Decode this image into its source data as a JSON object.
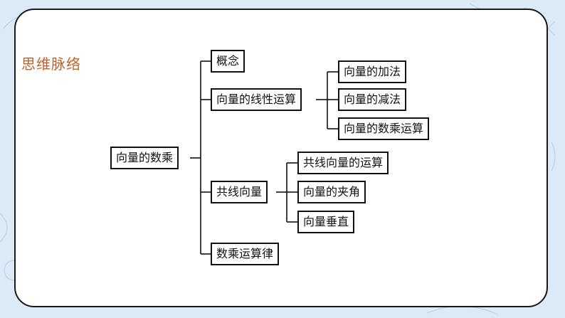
{
  "title": "思维脉络",
  "mindmap": {
    "root": "向量的数乘",
    "branches": [
      {
        "label": "概念"
      },
      {
        "label": "向量的线性运算",
        "children": [
          "向量的加法",
          "向量的减法",
          "向量的数乘运算"
        ]
      },
      {
        "label": "共线向量",
        "children": [
          "共线向量的运算",
          "向量的夹角",
          "向量垂直"
        ]
      },
      {
        "label": "数乘运算律"
      }
    ]
  },
  "colors": {
    "background": "#dbeaf6",
    "title": "#c0622a",
    "border": "#111111"
  }
}
